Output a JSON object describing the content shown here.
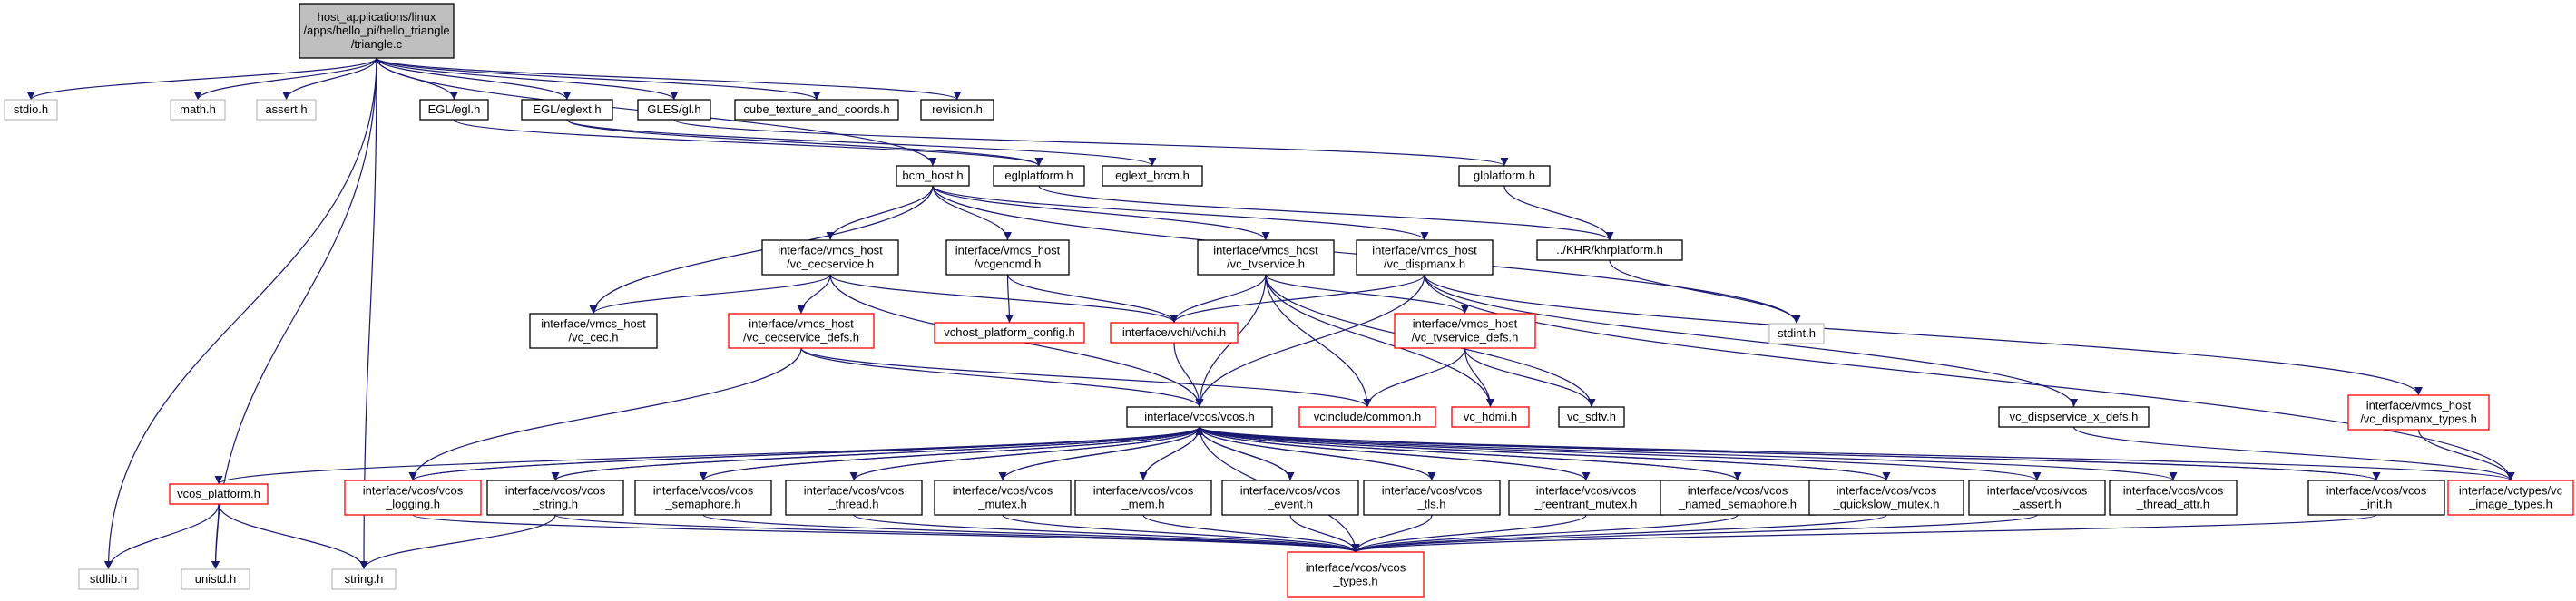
{
  "colors": {
    "edge": "#191970",
    "border_default": "#000000",
    "border_truncated": "#ff0000",
    "border_system": "#bfbfbf",
    "root_fill": "#bfbfbf",
    "node_fill": "#ffffff"
  },
  "nodes": [
    {
      "id": "root",
      "lines": [
        "host_applications/linux",
        "/apps/hello_pi/hello_triangle",
        "/triangle.c"
      ],
      "kind": "root"
    },
    {
      "id": "stdio",
      "lines": [
        "stdio.h"
      ],
      "kind": "system"
    },
    {
      "id": "stdlib",
      "lines": [
        "stdlib.h"
      ],
      "kind": "system"
    },
    {
      "id": "math",
      "lines": [
        "math.h"
      ],
      "kind": "system"
    },
    {
      "id": "assert",
      "lines": [
        "assert.h"
      ],
      "kind": "system"
    },
    {
      "id": "unistd",
      "lines": [
        "unistd.h"
      ],
      "kind": "system"
    },
    {
      "id": "string",
      "lines": [
        "string.h"
      ],
      "kind": "system"
    },
    {
      "id": "stdint",
      "lines": [
        "stdint.h"
      ],
      "kind": "system"
    },
    {
      "id": "egl",
      "lines": [
        "EGL/egl.h"
      ],
      "kind": "default"
    },
    {
      "id": "eglext",
      "lines": [
        "EGL/eglext.h"
      ],
      "kind": "default"
    },
    {
      "id": "glesgl",
      "lines": [
        "GLES/gl.h"
      ],
      "kind": "default"
    },
    {
      "id": "cube",
      "lines": [
        "cube_texture_and_coords.h"
      ],
      "kind": "default"
    },
    {
      "id": "revision",
      "lines": [
        "revision.h"
      ],
      "kind": "default"
    },
    {
      "id": "bcm",
      "lines": [
        "bcm_host.h"
      ],
      "kind": "default"
    },
    {
      "id": "eglplatform",
      "lines": [
        "eglplatform.h"
      ],
      "kind": "default"
    },
    {
      "id": "eglextbrcm",
      "lines": [
        "eglext_brcm.h"
      ],
      "kind": "default"
    },
    {
      "id": "glplatform",
      "lines": [
        "glplatform.h"
      ],
      "kind": "default"
    },
    {
      "id": "khr",
      "lines": [
        "../KHR/khrplatform.h"
      ],
      "kind": "default"
    },
    {
      "id": "cecservice",
      "lines": [
        "interface/vmcs_host",
        "/vc_cecservice.h"
      ],
      "kind": "default"
    },
    {
      "id": "vcgencmd",
      "lines": [
        "interface/vmcs_host",
        "/vcgencmd.h"
      ],
      "kind": "default"
    },
    {
      "id": "tvservice",
      "lines": [
        "interface/vmcs_host",
        "/vc_tvservice.h"
      ],
      "kind": "default"
    },
    {
      "id": "dispmanx",
      "lines": [
        "interface/vmcs_host",
        "/vc_dispmanx.h"
      ],
      "kind": "default"
    },
    {
      "id": "vccec",
      "lines": [
        "interface/vmcs_host",
        "/vc_cec.h"
      ],
      "kind": "default"
    },
    {
      "id": "cecdefs",
      "lines": [
        "interface/vmcs_host",
        "/vc_cecservice_defs.h"
      ],
      "kind": "truncated"
    },
    {
      "id": "vchostcfg",
      "lines": [
        "vchost_platform_config.h"
      ],
      "kind": "truncated"
    },
    {
      "id": "vchi",
      "lines": [
        "interface/vchi/vchi.h"
      ],
      "kind": "truncated"
    },
    {
      "id": "tvdefs",
      "lines": [
        "interface/vmcs_host",
        "/vc_tvservice_defs.h"
      ],
      "kind": "truncated"
    },
    {
      "id": "vcos",
      "lines": [
        "interface/vcos/vcos.h"
      ],
      "kind": "default"
    },
    {
      "id": "common",
      "lines": [
        "vcinclude/common.h"
      ],
      "kind": "truncated"
    },
    {
      "id": "hdmi",
      "lines": [
        "vc_hdmi.h"
      ],
      "kind": "truncated"
    },
    {
      "id": "sdtv",
      "lines": [
        "vc_sdtv.h"
      ],
      "kind": "default"
    },
    {
      "id": "dispxdefs",
      "lines": [
        "vc_dispservice_x_defs.h"
      ],
      "kind": "default"
    },
    {
      "id": "dispmanxtypes",
      "lines": [
        "interface/vmcs_host",
        "/vc_dispmanx_types.h"
      ],
      "kind": "truncated"
    },
    {
      "id": "imagetypes",
      "lines": [
        "interface/vctypes/vc",
        "_image_types.h"
      ],
      "kind": "truncated"
    },
    {
      "id": "vcosplatform",
      "lines": [
        "vcos_platform.h"
      ],
      "kind": "truncated"
    },
    {
      "id": "logging",
      "lines": [
        "interface/vcos/vcos",
        "_logging.h"
      ],
      "kind": "truncated"
    },
    {
      "id": "vstring",
      "lines": [
        "interface/vcos/vcos",
        "_string.h"
      ],
      "kind": "default"
    },
    {
      "id": "semaphore",
      "lines": [
        "interface/vcos/vcos",
        "_semaphore.h"
      ],
      "kind": "default"
    },
    {
      "id": "thread",
      "lines": [
        "interface/vcos/vcos",
        "_thread.h"
      ],
      "kind": "default"
    },
    {
      "id": "mutex",
      "lines": [
        "interface/vcos/vcos",
        "_mutex.h"
      ],
      "kind": "default"
    },
    {
      "id": "mem",
      "lines": [
        "interface/vcos/vcos",
        "_mem.h"
      ],
      "kind": "default"
    },
    {
      "id": "event",
      "lines": [
        "interface/vcos/vcos",
        "_event.h"
      ],
      "kind": "default"
    },
    {
      "id": "tls",
      "lines": [
        "interface/vcos/vcos",
        "_tls.h"
      ],
      "kind": "default"
    },
    {
      "id": "rmutex",
      "lines": [
        "interface/vcos/vcos",
        "_reentrant_mutex.h"
      ],
      "kind": "default"
    },
    {
      "id": "namedsem",
      "lines": [
        "interface/vcos/vcos",
        "_named_semaphore.h"
      ],
      "kind": "default"
    },
    {
      "id": "qsmutex",
      "lines": [
        "interface/vcos/vcos",
        "_quickslow_mutex.h"
      ],
      "kind": "default"
    },
    {
      "id": "vassert",
      "lines": [
        "interface/vcos/vcos",
        "_assert.h"
      ],
      "kind": "default"
    },
    {
      "id": "threadattr",
      "lines": [
        "interface/vcos/vcos",
        "_thread_attr.h"
      ],
      "kind": "default"
    },
    {
      "id": "init",
      "lines": [
        "interface/vcos/vcos",
        "_init.h"
      ],
      "kind": "default"
    },
    {
      "id": "types",
      "lines": [
        "interface/vcos/vcos",
        "_types.h"
      ],
      "kind": "truncated"
    }
  ],
  "edges": [
    [
      "root",
      "stdio"
    ],
    [
      "root",
      "stdlib"
    ],
    [
      "root",
      "math"
    ],
    [
      "root",
      "assert"
    ],
    [
      "root",
      "unistd"
    ],
    [
      "root",
      "string"
    ],
    [
      "root",
      "egl"
    ],
    [
      "root",
      "eglext"
    ],
    [
      "root",
      "glesgl"
    ],
    [
      "root",
      "cube"
    ],
    [
      "root",
      "revision"
    ],
    [
      "root",
      "bcm"
    ],
    [
      "egl",
      "eglplatform"
    ],
    [
      "eglext",
      "eglplatform"
    ],
    [
      "eglext",
      "eglextbrcm"
    ],
    [
      "glesgl",
      "glplatform"
    ],
    [
      "eglplatform",
      "khr"
    ],
    [
      "glplatform",
      "khr"
    ],
    [
      "khr",
      "stdint"
    ],
    [
      "bcm",
      "cecservice"
    ],
    [
      "bcm",
      "vcgencmd"
    ],
    [
      "bcm",
      "tvservice"
    ],
    [
      "bcm",
      "dispmanx"
    ],
    [
      "bcm",
      "vccec"
    ],
    [
      "bcm",
      "stdint"
    ],
    [
      "cecservice",
      "vccec"
    ],
    [
      "cecservice",
      "cecdefs"
    ],
    [
      "cecservice",
      "vchi"
    ],
    [
      "cecservice",
      "vcos"
    ],
    [
      "vcgencmd",
      "vchostcfg"
    ],
    [
      "vcgencmd",
      "vchi"
    ],
    [
      "tvservice",
      "vchi"
    ],
    [
      "tvservice",
      "vcos"
    ],
    [
      "tvservice",
      "tvdefs"
    ],
    [
      "tvservice",
      "common"
    ],
    [
      "tvservice",
      "sdtv"
    ],
    [
      "tvservice",
      "hdmi"
    ],
    [
      "dispmanx",
      "vchi"
    ],
    [
      "dispmanx",
      "vcos"
    ],
    [
      "dispmanx",
      "dispxdefs"
    ],
    [
      "dispmanx",
      "dispmanxtypes"
    ],
    [
      "dispmanx",
      "imagetypes"
    ],
    [
      "cecdefs",
      "vcos"
    ],
    [
      "cecdefs",
      "common"
    ],
    [
      "cecdefs",
      "logging"
    ],
    [
      "tvdefs",
      "common"
    ],
    [
      "tvdefs",
      "hdmi"
    ],
    [
      "tvdefs",
      "sdtv"
    ],
    [
      "vchi",
      "vcos"
    ],
    [
      "dispxdefs",
      "imagetypes"
    ],
    [
      "dispmanxtypes",
      "imagetypes"
    ],
    [
      "vcos",
      "vcosplatform"
    ],
    [
      "vcos",
      "logging"
    ],
    [
      "vcos",
      "vstring"
    ],
    [
      "vcos",
      "semaphore"
    ],
    [
      "vcos",
      "thread"
    ],
    [
      "vcos",
      "mutex"
    ],
    [
      "vcos",
      "mem"
    ],
    [
      "vcos",
      "event"
    ],
    [
      "vcos",
      "tls"
    ],
    [
      "vcos",
      "rmutex"
    ],
    [
      "vcos",
      "namedsem"
    ],
    [
      "vcos",
      "qsmutex"
    ],
    [
      "vcos",
      "vassert"
    ],
    [
      "vcos",
      "threadattr"
    ],
    [
      "vcos",
      "init"
    ],
    [
      "vcos",
      "imagetypes"
    ],
    [
      "vcos",
      "types"
    ],
    [
      "vcosplatform",
      "stdlib"
    ],
    [
      "vcosplatform",
      "unistd"
    ],
    [
      "vcosplatform",
      "string"
    ],
    [
      "logging",
      "types"
    ],
    [
      "vstring",
      "types"
    ],
    [
      "vstring",
      "string"
    ],
    [
      "semaphore",
      "types"
    ],
    [
      "thread",
      "types"
    ],
    [
      "mutex",
      "types"
    ],
    [
      "mem",
      "types"
    ],
    [
      "event",
      "types"
    ],
    [
      "tls",
      "types"
    ],
    [
      "rmutex",
      "types"
    ],
    [
      "namedsem",
      "types"
    ],
    [
      "qsmutex",
      "types"
    ],
    [
      "vassert",
      "types"
    ],
    [
      "init",
      "types"
    ],
    [
      "semaphore",
      "vcos"
    ],
    [
      "thread",
      "vcos"
    ],
    [
      "mutex",
      "vcos"
    ],
    [
      "mem",
      "vcos"
    ],
    [
      "event",
      "vcos"
    ],
    [
      "tls",
      "vcos"
    ],
    [
      "rmutex",
      "vcos"
    ],
    [
      "namedsem",
      "vcos"
    ],
    [
      "qsmutex",
      "vcos"
    ],
    [
      "init",
      "vcos"
    ],
    [
      "logging",
      "vcos"
    ],
    [
      "vstring",
      "vcos"
    ]
  ]
}
